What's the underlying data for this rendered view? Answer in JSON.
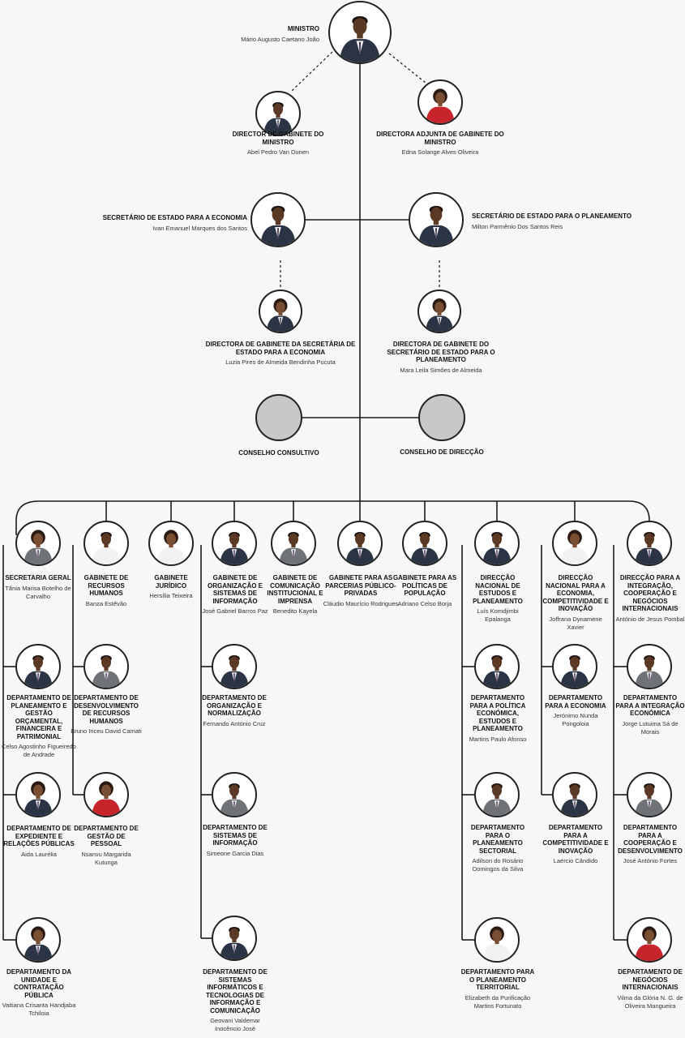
{
  "colors": {
    "line": "#1a1a1a",
    "skin_dark": "#5b3a25",
    "skin_mid": "#7a4e33",
    "suit_dark": "#2b3445",
    "suit_gray": "#6f7378",
    "shirt": "#f2f2f2",
    "dress_red": "#c8242c",
    "placeholder": "#c8c8c8"
  },
  "nodes": {
    "ministro": {
      "title": "MINISTRO",
      "name": "Mário Augusto Caetano João",
      "icon": "person-portrait"
    },
    "dir_gab_ministro": {
      "title": "DIRECTOR DE GABINETE DO MINISTRO",
      "name": "Abel Pedro Van Dunen",
      "icon": "person-portrait"
    },
    "dir_adj_gab": {
      "title": "DIRECTORA ADJUNTA DE GABINETE DO MINISTRO",
      "name": "Edna Solange Alves Oliveira",
      "icon": "person-portrait"
    },
    "sec_economia": {
      "title": "SECRETÁRIO DE ESTADO PARA A ECONOMIA",
      "name": "Ivan Emanuel Marques dos Santos",
      "icon": "person-portrait"
    },
    "sec_planeamento": {
      "title": "SECRETÁRIO DE ESTADO PARA O PLANEAMENTO",
      "name": "Milton Parmênio Dos Santos Reis",
      "icon": "person-portrait"
    },
    "dir_gab_sec_eco": {
      "title": "DIRECTORA DE GABINETE DA SECRETÁRIA DE ESTADO PARA A ECONOMIA",
      "name": "Luzia Pires de Almeida Bendinha Pucuta",
      "icon": "person-portrait"
    },
    "dir_gab_sec_plan": {
      "title": "DIRECTORA DE GABINETE DO SECRETÁRIO DE ESTADO PARA O PLANEAMENTO",
      "name": "Mara Leila Simões de Almeida",
      "icon": "person-portrait"
    },
    "conselho_consultivo": {
      "title": "CONSELHO CONSULTIVO"
    },
    "conselho_direccao": {
      "title": "CONSELHO DE DIRECÇÃO"
    },
    "secretaria_geral": {
      "title": "SECRETARIA GERAL",
      "name": "Tânia Marisa Botelho de Carvalho",
      "icon": "person-portrait"
    },
    "gab_rh": {
      "title": "GABINETE DE RECURSOS HUMANOS",
      "name": "Banza Estêvão",
      "icon": "person-portrait"
    },
    "gab_juridico": {
      "title": "GABINETE JURÍDICO",
      "name": "Hersília Teixeira",
      "icon": "person-portrait"
    },
    "gab_osi": {
      "title": "GABINETE DE ORGANIZAÇÃO E SISTEMAS DE INFORMAÇÃO",
      "name": "José Gabriel Barros Paz",
      "icon": "person-portrait"
    },
    "gab_cii": {
      "title": "GABINETE DE COMUNICAÇÃO INSTITUCIONAL E IMPRENSA",
      "name": "Benedito Kayela",
      "icon": "person-portrait"
    },
    "gab_ppp": {
      "title": "GABINETE PARA AS PARCERIAS PÚBLICO-PRIVADAS",
      "name": "Cláudio Maurício Rodrigues",
      "icon": "person-portrait"
    },
    "gab_pop": {
      "title": "GABINETE PARA AS POLÍTICAS DE POPULAÇÃO",
      "name": "Adriano Celso Borja",
      "icon": "person-portrait"
    },
    "dn_ep": {
      "title": "DIRECÇÃO NACIONAL DE ESTUDOS E PLANEAMENTO",
      "name": "Luís Komdjimbi Epalanga",
      "icon": "person-portrait"
    },
    "dn_eci": {
      "title": "DIRECÇÃO NACIONAL PARA A ECONOMIA, COMPETITIVIDADE E INOVAÇÃO",
      "name": "Joffrana Dynamene Xavier",
      "icon": "person-portrait"
    },
    "dir_ice": {
      "title": "DIRECÇÃO PARA A INTEGRAÇÃO, COOPERAÇÃO E NEGÓCIOS INTERNACIONAIS",
      "name": "António de Jesus Pombal",
      "icon": "person-portrait"
    },
    "dep_pgofp": {
      "title": "DEPARTAMENTO DE PLANEAMENTO E GESTÃO ORÇAMENTAL, FINANCEIRA E PATRIMONIAL",
      "name": "Celso Agostinho Figueiredo de Andrade",
      "icon": "person-portrait"
    },
    "dep_erp": {
      "title": "DEPARTAMENTO DE EXPEDIENTE E RELAÇÕES PÚBLICAS",
      "name": "Aida Laurélia",
      "icon": "person-portrait"
    },
    "dep_ucp": {
      "title": "DEPARTAMENTO DA UNIDADE E CONTRATAÇÃO PÚBLICA",
      "name": "Vaitiana Crisanta Handjaba Tchiloia",
      "icon": "person-portrait"
    },
    "dep_drh": {
      "title": "DEPARTAMENTO DE DESENVOLVIMENTO DE RECURSOS HUMANOS",
      "name": "Bruno Iriceu David Camati",
      "icon": "person-portrait"
    },
    "dep_gp": {
      "title": "DEPARTAMENTO DE GESTÃO DE PESSOAL",
      "name": "Nsanvu Margarida Kutunga",
      "icon": "person-portrait"
    },
    "dep_on": {
      "title": "DEPARTAMENTO DE ORGANIZAÇÃO E NORMALIZAÇÃO",
      "name": "Fernando António Cruz",
      "icon": "person-portrait"
    },
    "dep_si": {
      "title": "DEPARTAMENTO DE SISTEMAS DE INFORMAÇÃO",
      "name": "Simeone Garcia Dias",
      "icon": "person-portrait"
    },
    "dep_sitic": {
      "title": "DEPARTAMENTO DE SISTEMAS INFORMÁTICOS E TECNOLOGIAS DE INFORMAÇÃO E COMUNICAÇÃO",
      "name": "Geovani Valdemar Inocêncio José",
      "icon": "person-portrait"
    },
    "dep_pee": {
      "title": "DEPARTAMENTO PARA A POLÍTICA ECONÓMICA, ESTUDOS E PLANEAMENTO",
      "name": "Martins Paulo Afonso",
      "icon": "person-portrait"
    },
    "dep_ps": {
      "title": "DEPARTAMENTO PARA O PLANEAMENTO SECTORIAL",
      "name": "Adilson do Rosário Domingos da Silva",
      "icon": "person-portrait"
    },
    "dep_pt": {
      "title": "DEPARTAMENTO PARA O PLANEAMENTO TERRITORIAL",
      "name": "Elizabeth da Purificação Martins Fortunato",
      "icon": "person-portrait"
    },
    "dep_eco": {
      "title": "DEPARTAMENTO PARA A ECONOMIA",
      "name": "Jerónimo Nunda Pongoloia",
      "icon": "person-portrait"
    },
    "dep_ci": {
      "title": "DEPARTAMENTO PARA A COMPETITIVIDADE E INOVAÇÃO",
      "name": "Laércio Cândido",
      "icon": "person-portrait"
    },
    "dep_ie": {
      "title": "DEPARTAMENTO PARA A INTEGRAÇÃO ECONÓMICA",
      "name": "Jorge Lutuima Sá de Morais",
      "icon": "person-portrait"
    },
    "dep_cd": {
      "title": "DEPARTAMENTO PARA A COOPERAÇÃO E DESENVOLVIMENTO",
      "name": "José António Fortes",
      "icon": "person-portrait"
    },
    "dep_ni": {
      "title": "DEPARTAMENTO DE NEGÓCIOS INTERNACIONAIS",
      "name": "Vilma da Glória N. G. de Oliveira Mangueira",
      "icon": "person-portrait"
    }
  }
}
